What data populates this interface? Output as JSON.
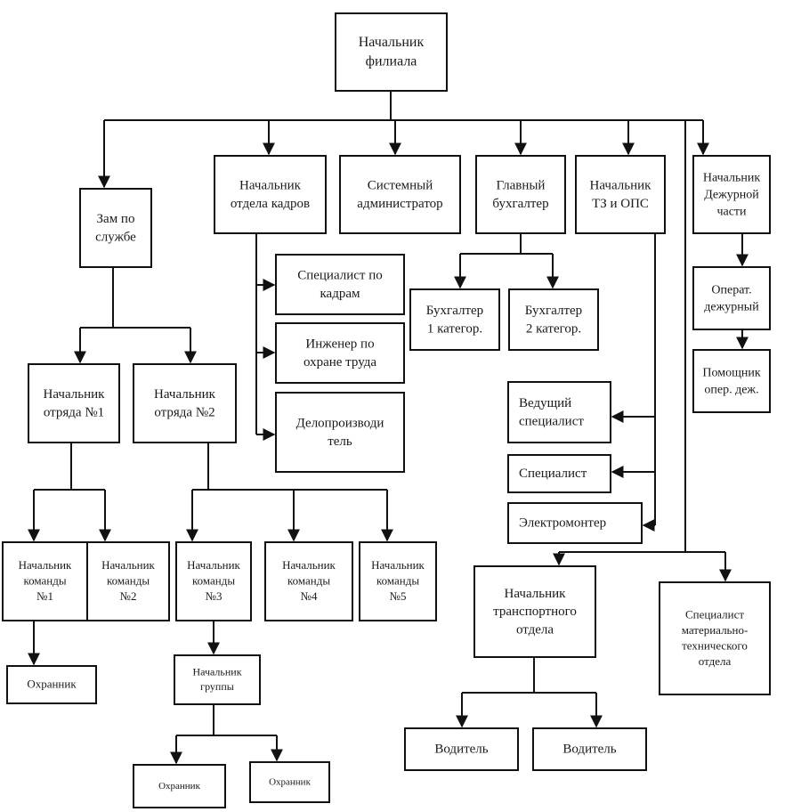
{
  "nodes": {
    "head": [
      "Начальник",
      "филиала"
    ],
    "deputy": [
      "Зам по",
      "службе"
    ],
    "hr_head": [
      "Начальник",
      "отдела кадров"
    ],
    "sysadmin": [
      "Системный",
      "администратор"
    ],
    "chief_accountant": [
      "Главный",
      "бухгалтер"
    ],
    "tz_ops_head": [
      "Начальник",
      "ТЗ и ОПС"
    ],
    "duty_head": [
      "Начальник",
      "Дежурной",
      "части"
    ],
    "hr_specialist": [
      "Специалист по",
      "кадрам"
    ],
    "safety_engineer": [
      "Инженер по",
      "охране труда"
    ],
    "clerk": [
      "Делопроизводи",
      "тель"
    ],
    "accountant_1": [
      "Бухгалтер",
      "1 категор."
    ],
    "accountant_2": [
      "Бухгалтер",
      "2 категор."
    ],
    "duty_officer": [
      "Операт.",
      "дежурный"
    ],
    "duty_assistant": [
      "Помощник",
      "опер. деж."
    ],
    "lead_specialist": [
      "Ведущий",
      "специалист"
    ],
    "specialist": [
      "Специалист"
    ],
    "electrician": [
      "Электромонтер"
    ],
    "squad_1": [
      "Начальник",
      "отряда №1"
    ],
    "squad_2": [
      "Начальник",
      "отряда №2"
    ],
    "team_1": [
      "Начальник",
      "команды",
      "№1"
    ],
    "team_2": [
      "Начальник",
      "команды",
      "№2"
    ],
    "team_3": [
      "Начальник",
      "команды",
      "№3"
    ],
    "team_4": [
      "Начальник",
      "команды",
      "№4"
    ],
    "team_5": [
      "Начальник",
      "команды",
      "№5"
    ],
    "guard_1": [
      "Охранник"
    ],
    "group_head": [
      "Начальник",
      "группы"
    ],
    "guard_2": [
      "Охранник"
    ],
    "guard_3": [
      "Охранник"
    ],
    "transport_head": [
      "Начальник",
      "транспортного",
      "отдела"
    ],
    "supply_specialist": [
      "Специалист",
      "материально-",
      "технического",
      "отдела"
    ],
    "driver_1": [
      "Водитель"
    ],
    "driver_2": [
      "Водитель"
    ]
  }
}
